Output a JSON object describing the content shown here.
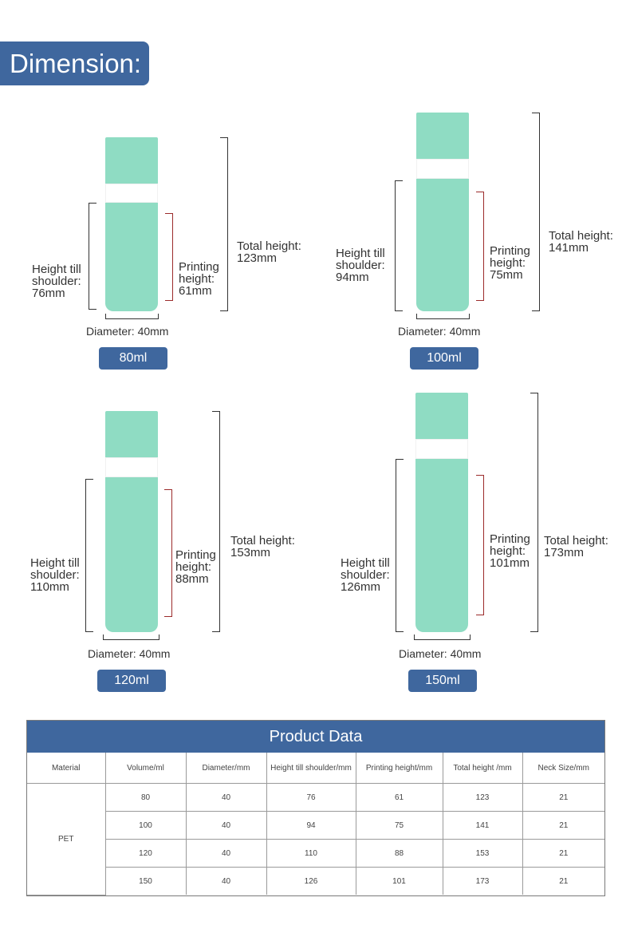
{
  "header": {
    "title": "Dimension:"
  },
  "products": [
    {
      "volume": "80ml",
      "shoulder_label": [
        "Height till",
        "shoulder:",
        "76mm"
      ],
      "printing_label": [
        "Printing",
        "height:",
        "61mm"
      ],
      "total_label": [
        "Total height:",
        "123mm"
      ],
      "diameter": "Diameter:  40mm"
    },
    {
      "volume": "100ml",
      "shoulder_label": [
        "Height till",
        "shoulder:",
        "94mm"
      ],
      "printing_label": [
        "Printing",
        "height:",
        "75mm"
      ],
      "total_label": [
        "Total height:",
        "141mm"
      ],
      "diameter": "Diameter:  40mm"
    },
    {
      "volume": "120ml",
      "shoulder_label": [
        "Height till",
        "shoulder:",
        "110mm"
      ],
      "printing_label": [
        "Printing",
        "height:",
        "88mm"
      ],
      "total_label": [
        "Total height:",
        "153mm"
      ],
      "diameter": "Diameter:  40mm"
    },
    {
      "volume": "150ml",
      "shoulder_label": [
        "Height till",
        "shoulder:",
        "126mm"
      ],
      "printing_label": [
        "Printing",
        "height:",
        "101mm"
      ],
      "total_label": [
        "Total height:",
        "173mm"
      ],
      "diameter": "Diameter:  40mm"
    }
  ],
  "colors": {
    "accent": "#3f679e",
    "bottle": "#8fdcc3",
    "printing_bracket": "#9b2b2b"
  },
  "table": {
    "title": "Product Data",
    "headers": [
      "Material",
      "Volume/ml",
      "Diameter/mm",
      "Height till shoulder/mm",
      "Printing height/mm",
      "Total height /mm",
      "Neck Size/mm"
    ],
    "material": "PET",
    "rows": [
      [
        "80",
        "40",
        "76",
        "61",
        "123",
        "21"
      ],
      [
        "100",
        "40",
        "94",
        "75",
        "141",
        "21"
      ],
      [
        "120",
        "40",
        "110",
        "88",
        "153",
        "21"
      ],
      [
        "150",
        "40",
        "126",
        "101",
        "173",
        "21"
      ]
    ]
  }
}
